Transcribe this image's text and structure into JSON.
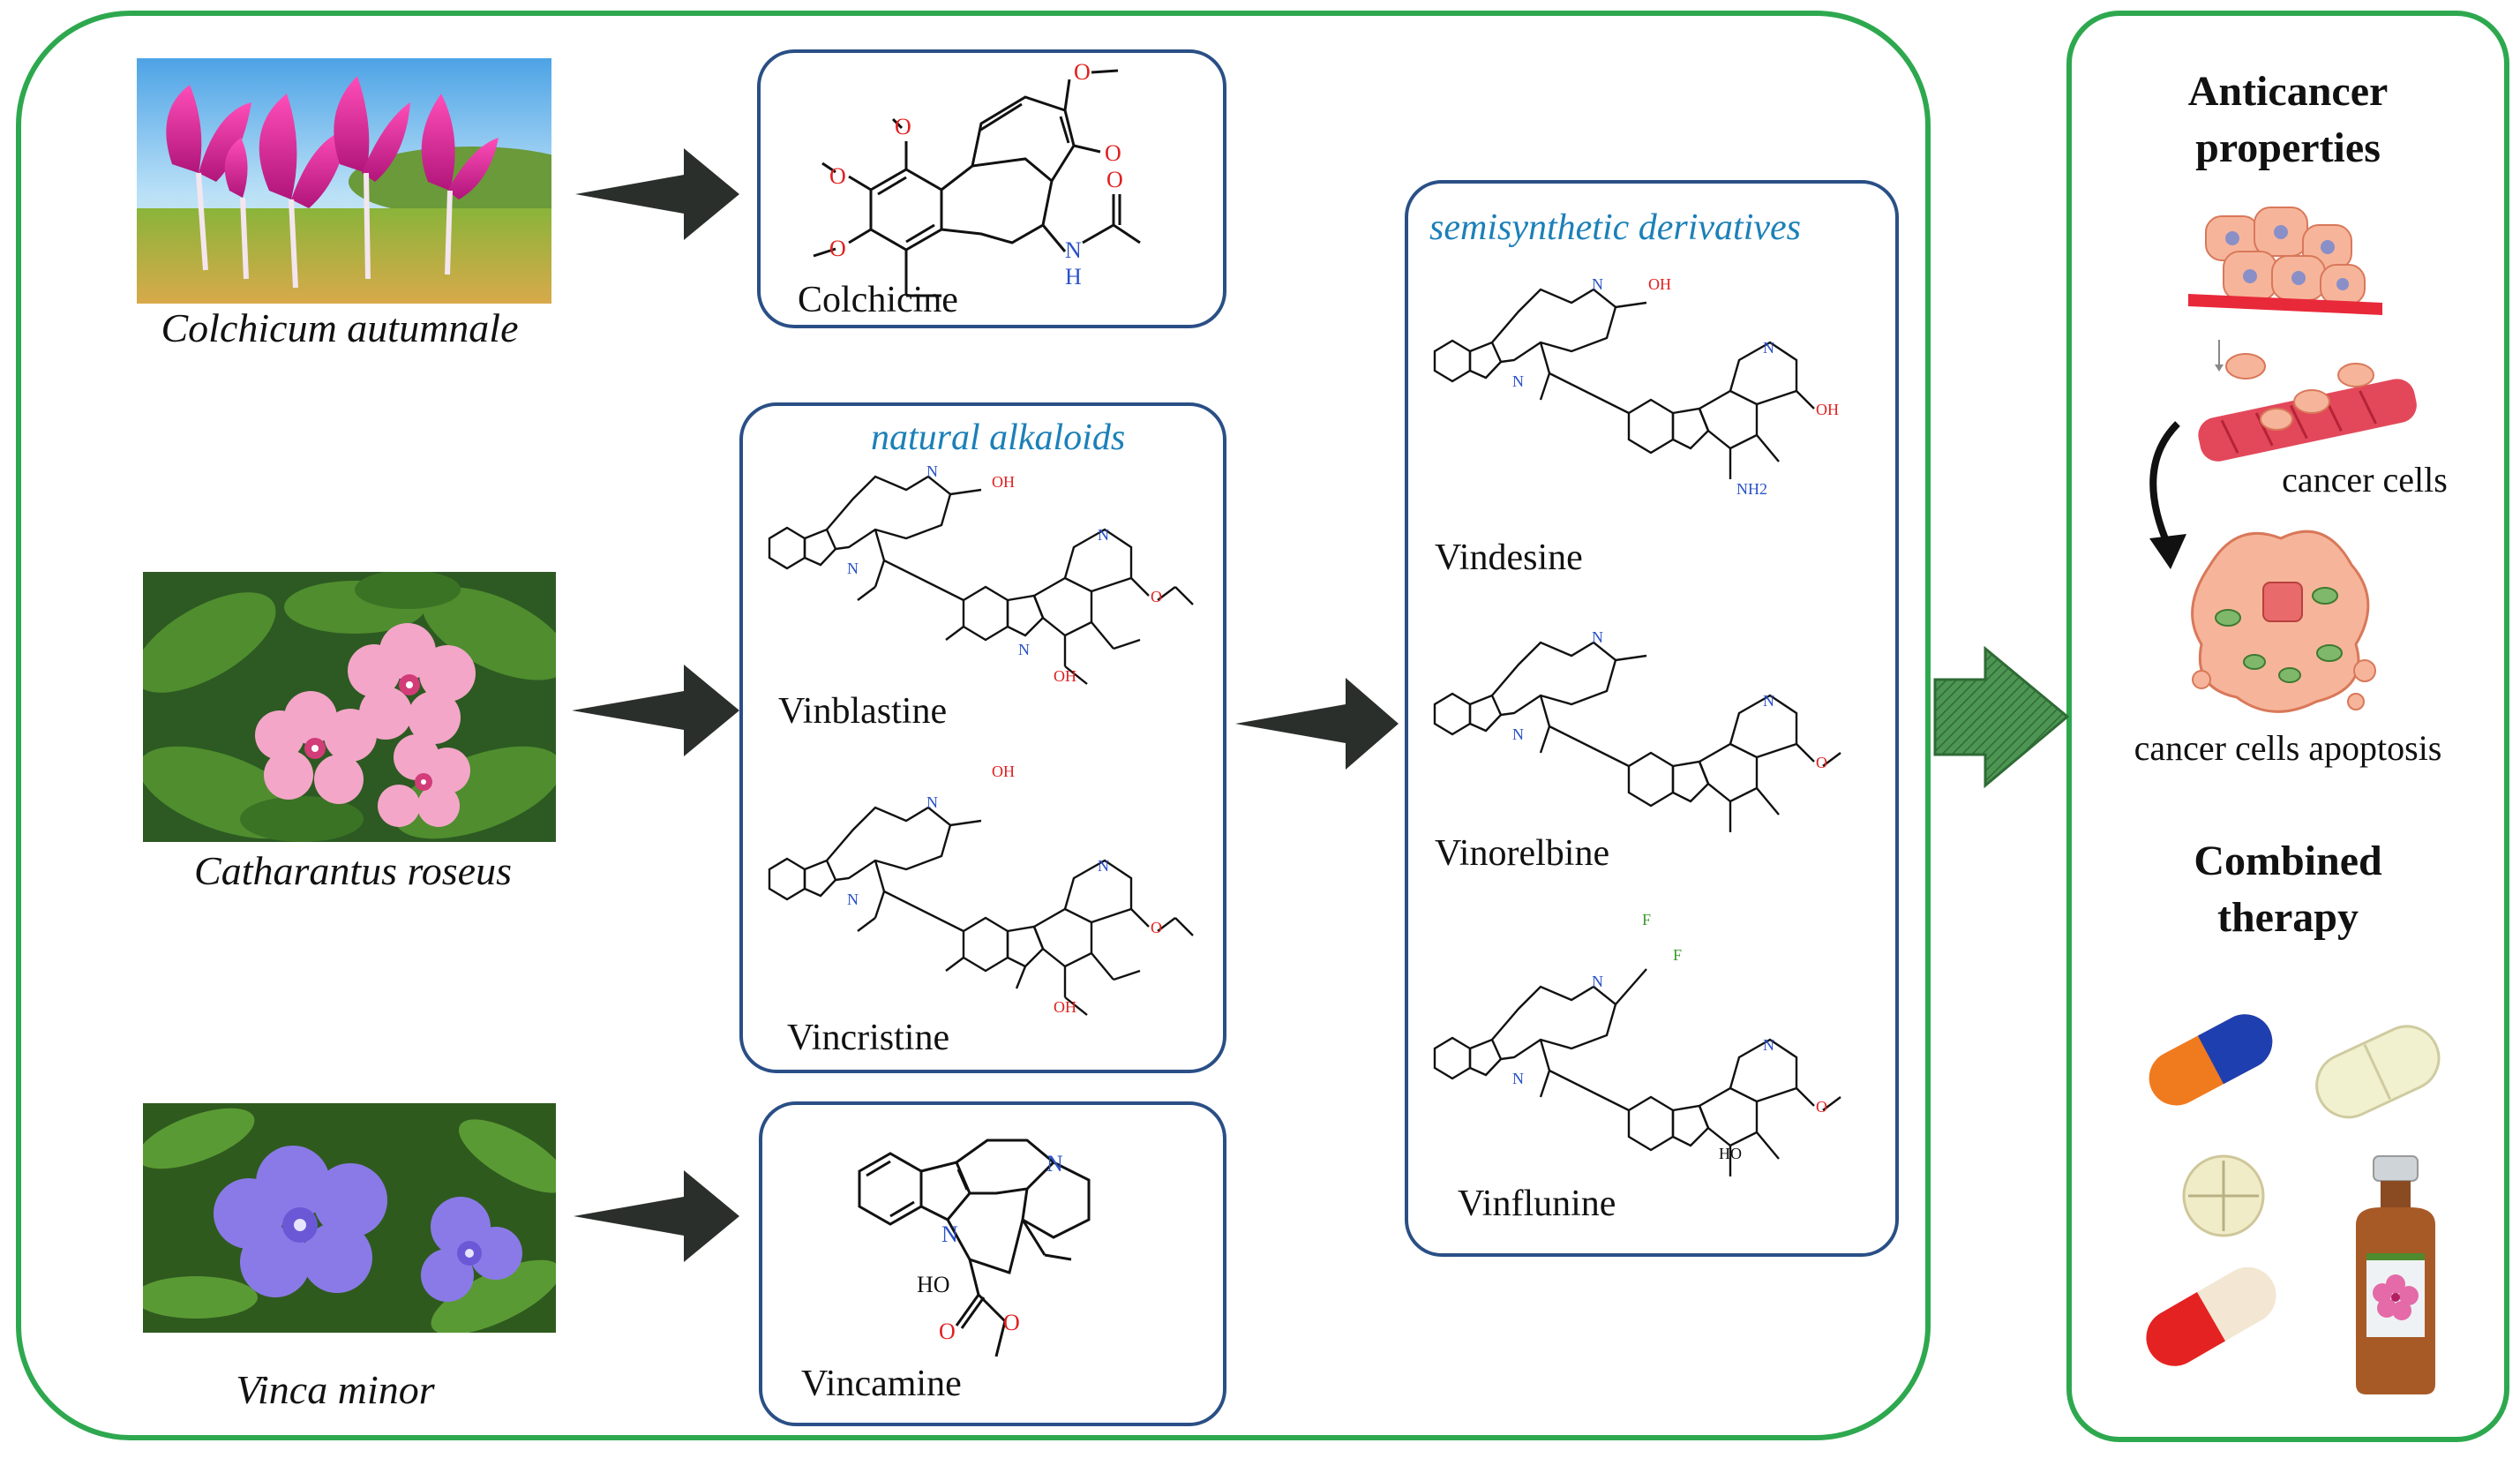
{
  "plants": [
    {
      "id": "colchicum",
      "name": "Colchicum autumnale"
    },
    {
      "id": "catharanthus",
      "name": "Catharantus roseus"
    },
    {
      "id": "vinca",
      "name": "Vinca minor"
    }
  ],
  "compounds": {
    "colchicine": "Colchicine",
    "vinblastine": "Vinblastine",
    "vincristine": "Vincristine",
    "vincamine": "Vincamine",
    "vindesine": "Vindesine",
    "vinorelbine": "Vinorelbine",
    "vinflunine": "Vinflunine"
  },
  "sections": {
    "natural": "natural alkaloids",
    "semisynthetic": "semisynthetic derivatives"
  },
  "right_panel": {
    "anticancer_title_line1": "Anticancer",
    "anticancer_title_line2": "properties",
    "cancer_cells": "cancer cells",
    "apoptosis": "cancer cells apoptosis",
    "combined_line1": "Combined",
    "combined_line2": "therapy"
  },
  "atoms": {
    "O": "O",
    "N": "N",
    "H": "H",
    "OH": "OH",
    "HO": "HO",
    "NH2": "NH2",
    "F": "F"
  },
  "colors": {
    "frame_green": "#2ea84f",
    "panel_blue": "#2a4f86",
    "section_blue": "#1c80b8",
    "arrow_dark": "#2b2f2c",
    "arrow_green_hatched": "#3f8a45",
    "oxygen_red": "#e02020",
    "nitrogen_blue": "#2a52c8",
    "fluorine_green": "#3a9a2a"
  }
}
